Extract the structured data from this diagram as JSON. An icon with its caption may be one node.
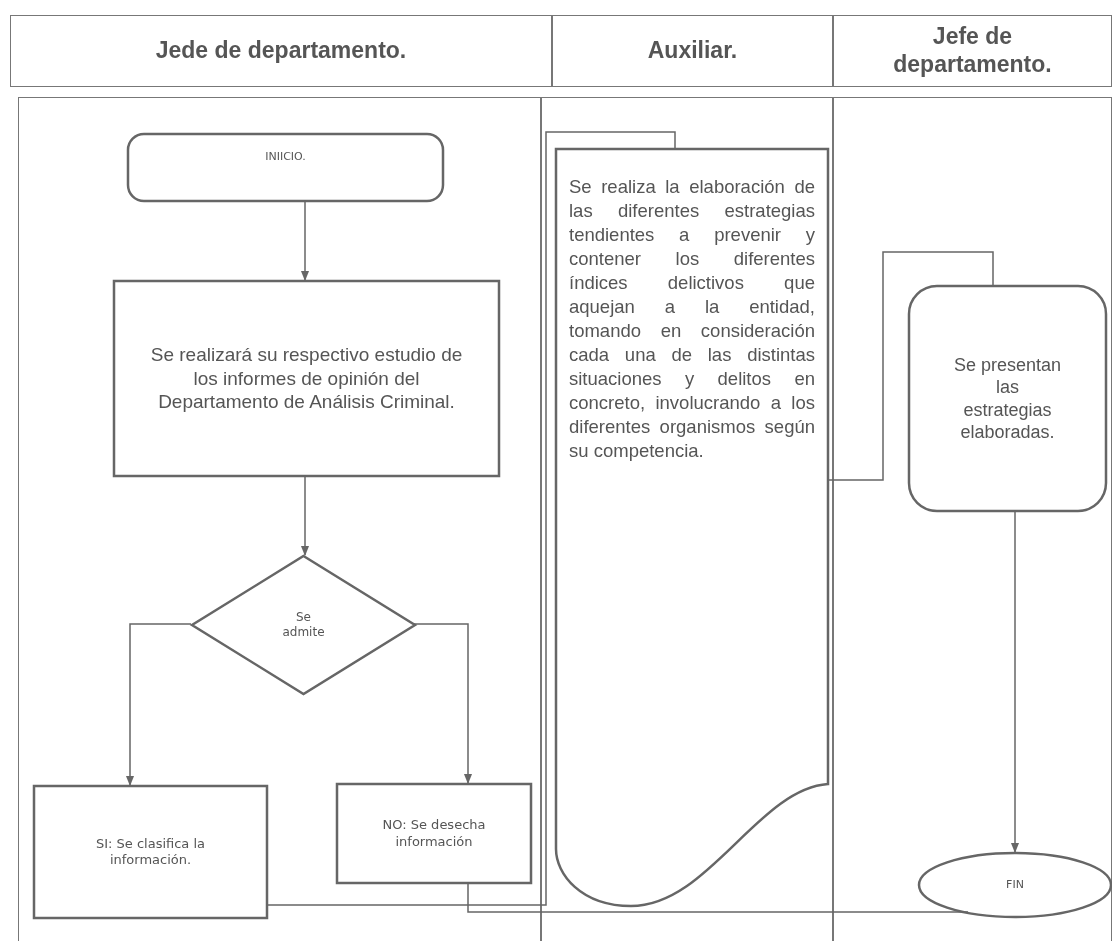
{
  "diagram": {
    "nodes": [
      {
        "text": [
          "Jede de departamento."
        ]
      },
      {
        "text": [
          "Auxiliar."
        ]
      },
      {
        "text": [
          "Jefe de departamento."
        ]
      },
      {
        "text": [
          "INIICIO."
        ],
        "in": 0
      },
      {
        "text": [
          "Se realizará su respectivo estudio de los informes de opinión del Departamento de Análisis Criminal."
        ],
        "in": 0
      },
      {
        "text": [
          "Se admite"
        ],
        "in": 0
      },
      {
        "text": [
          "SI: Se clasifica la información."
        ],
        "in": 0
      },
      {
        "text": [
          "NO: Se desecha información"
        ],
        "in": 0
      },
      {
        "text": [
          "Se realiza la elaboración de las diferentes estrategias tendientes a prevenir y contener los diferentes índices delictivos que aquejan a la entidad, tomando en consideración cada una de las distintas situaciones y delitos en concreto, involucrando a los diferentes organismos según su competencia."
        ],
        "in": 1
      },
      {
        "text": [
          "Se presentan las estrategias elaboradas."
        ],
        "in": 2
      },
      {
        "text": [
          "FIN"
        ],
        "in": 2
      }
    ],
    "edges": [
      {
        "from": 3,
        "to": 4,
        "arrow": "to"
      },
      {
        "from": 4,
        "to": 5,
        "arrow": "to"
      },
      {
        "from": 5,
        "to": 6,
        "arrow": "to"
      },
      {
        "from": 5,
        "to": 7,
        "arrow": "to"
      },
      {
        "from": 6,
        "to": 8,
        "arrow": "none"
      },
      {
        "from": 8,
        "to": 9,
        "arrow": "none"
      },
      {
        "from": 9,
        "to": 10,
        "arrow": "to"
      },
      {
        "from": 7,
        "to": 10,
        "arrow": "none"
      }
    ]
  }
}
